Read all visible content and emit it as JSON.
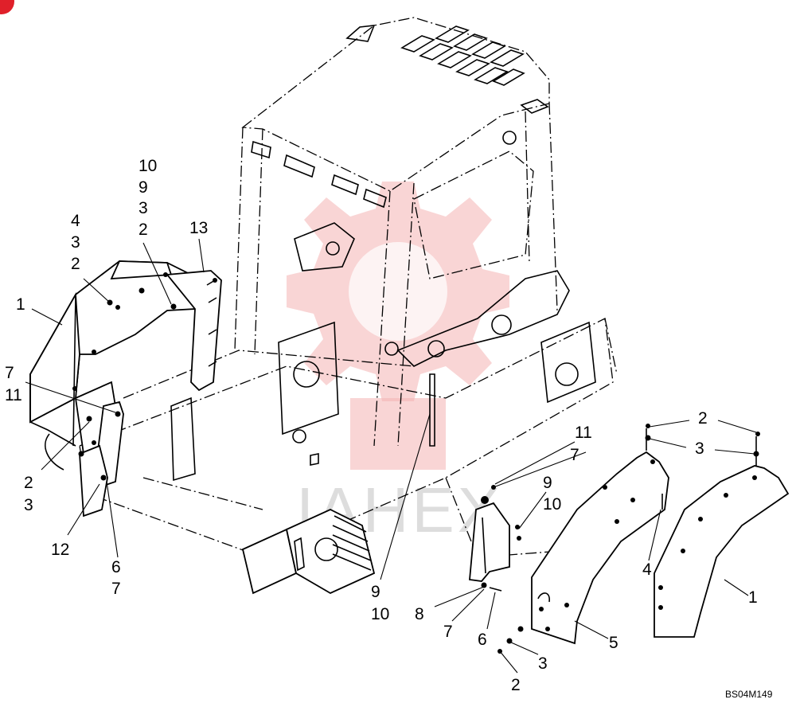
{
  "drawing_code": "BS04M149",
  "watermark": "IAHEX",
  "callouts": {
    "left_stack_a": [
      "4",
      "3",
      "2"
    ],
    "left_stack_b": [
      "10",
      "9",
      "3",
      "2"
    ],
    "left_13": "13",
    "left_1": "1",
    "left_7_11": [
      "7",
      "11"
    ],
    "left_2_3": [
      "2",
      "3"
    ],
    "left_12": "12",
    "left_6_7": [
      "6",
      "7"
    ],
    "mid_9_10": [
      "9",
      "10"
    ],
    "right_11": "11",
    "right_7": "7",
    "right_9_10": [
      "9",
      "10"
    ],
    "right_8": "8",
    "right_7b": "7",
    "right_6": "6",
    "right_3": "3",
    "right_2": "2",
    "right_5": "5",
    "right_4": "4",
    "right_1": "1",
    "top_2": "2",
    "top_3": "3"
  },
  "colors": {
    "line": "#000000",
    "watermark_gear": "#f4b3b3",
    "watermark_text": "#c8c8c8",
    "corner_mark": "#e0202a"
  }
}
